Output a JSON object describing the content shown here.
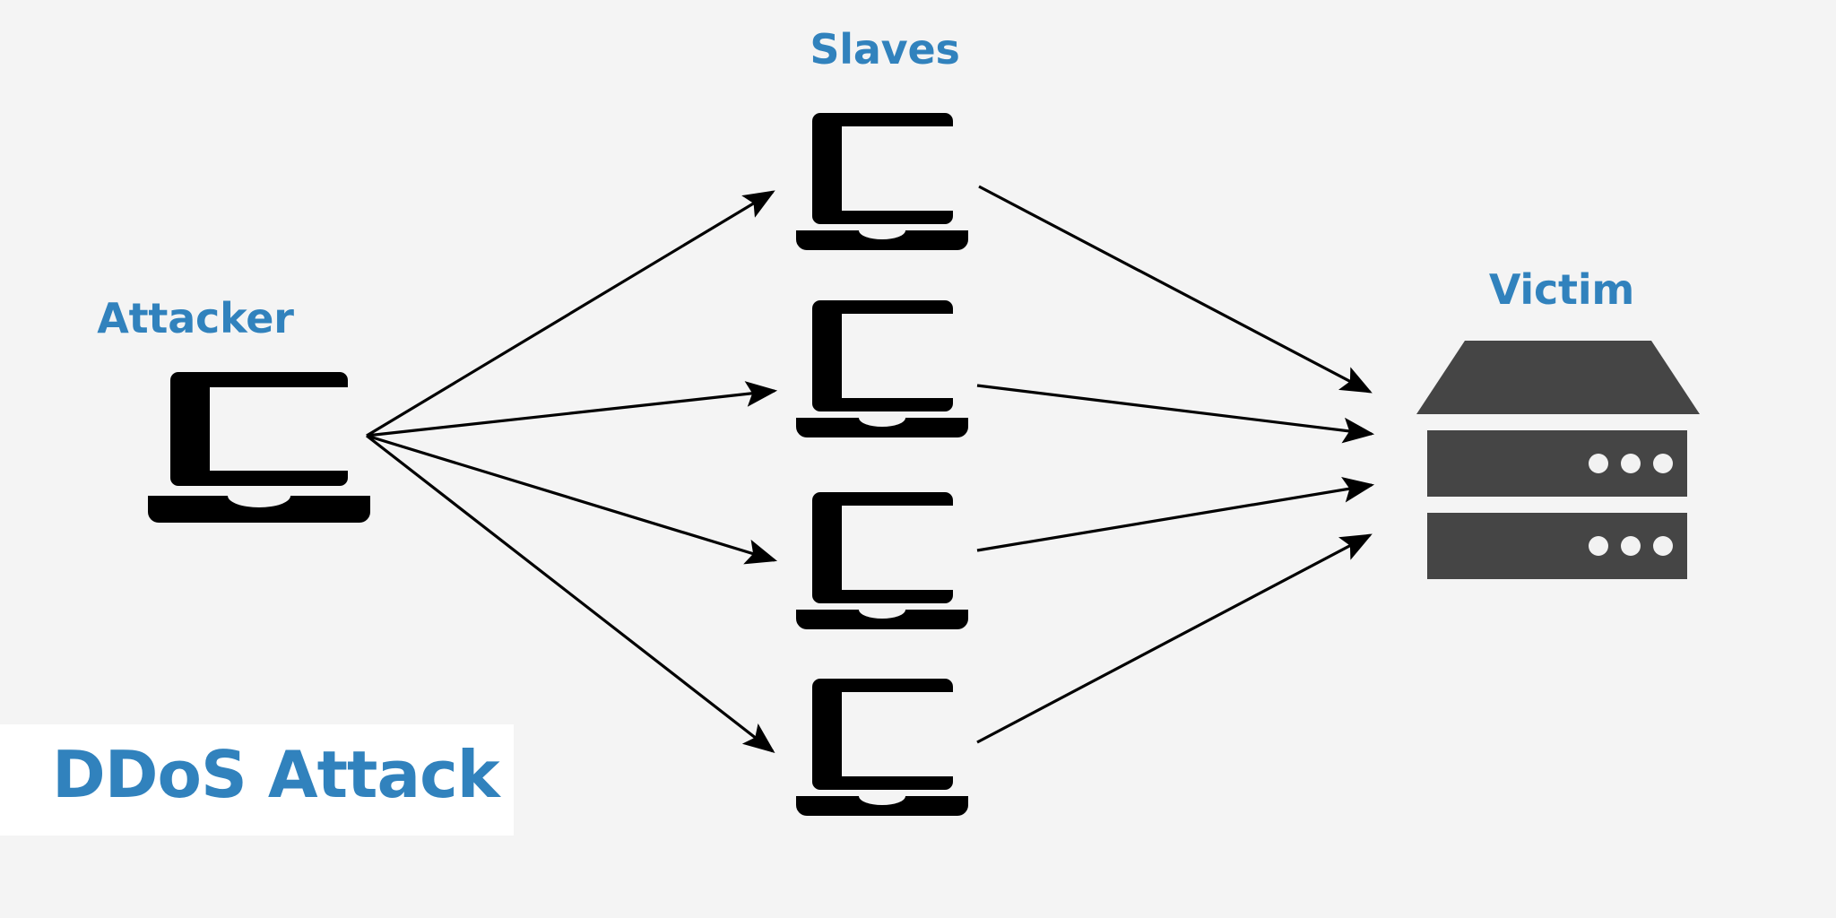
{
  "diagram": {
    "title": "DDoS Attack",
    "background_color": "#f4f4f4",
    "accent_color": "#3182bd",
    "icon_color": "#000000",
    "server_color": "#454545"
  },
  "labels": {
    "attacker": "Attacker",
    "slaves": "Slaves",
    "victim": "Victim"
  },
  "nodes": {
    "attacker": {
      "label": "Attacker",
      "icon": "laptop-icon",
      "count": 1
    },
    "slaves": {
      "label": "Slaves",
      "icon": "laptop-icon",
      "count": 4
    },
    "victim": {
      "label": "Victim",
      "icon": "server-icon",
      "count": 1
    }
  },
  "edges": {
    "attacker_to_slaves": 4,
    "slaves_to_victim": 4
  },
  "icons": {
    "laptop": "laptop-icon",
    "server": "server-icon",
    "arrow": "arrow-icon"
  }
}
